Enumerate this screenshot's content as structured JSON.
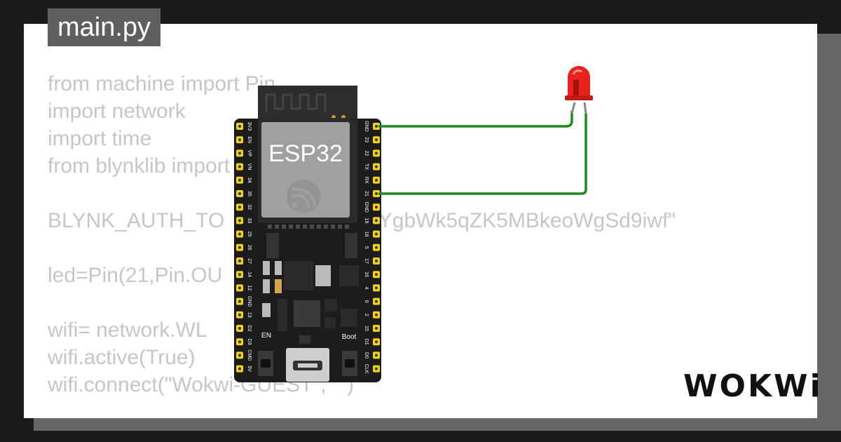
{
  "tab": {
    "filename": "main.py"
  },
  "code_lines": [
    "from machine import Pin",
    "import network",
    "import time",
    "from blynklib import",
    "",
    "BLYNK_AUTH_TO                  TcZwYgbWk5qZK5MBkeoWgSd9iwf\"",
    "",
    "led=Pin(21,Pin.OU",
    "",
    "wifi= network.WL                TA_IF)",
    "wifi.active(True)",
    "wifi.connect(\"Wokwi-GUEST\", \"\")"
  ],
  "board": {
    "label": "ESP32",
    "left_pins": [
      "3V3",
      "EN",
      "VP",
      "VN",
      "34",
      "35",
      "32",
      "33",
      "25",
      "26",
      "27",
      "14",
      "12",
      "GND",
      "13",
      "D2",
      "D3",
      "CMD",
      "5V"
    ],
    "right_pins": [
      "GND",
      "23",
      "22",
      "TX",
      "RX",
      "21",
      "GND",
      "19",
      "18",
      "5",
      "17",
      "16",
      "4",
      "0",
      "2",
      "15",
      "D1",
      "D0",
      "CLK"
    ],
    "en_button_label": "EN",
    "boot_button_label": "Boot"
  },
  "led": {
    "color": "#e8231d"
  },
  "wire": {
    "color": "#1e8a1e"
  },
  "brand": {
    "logo": "WOKWi"
  }
}
